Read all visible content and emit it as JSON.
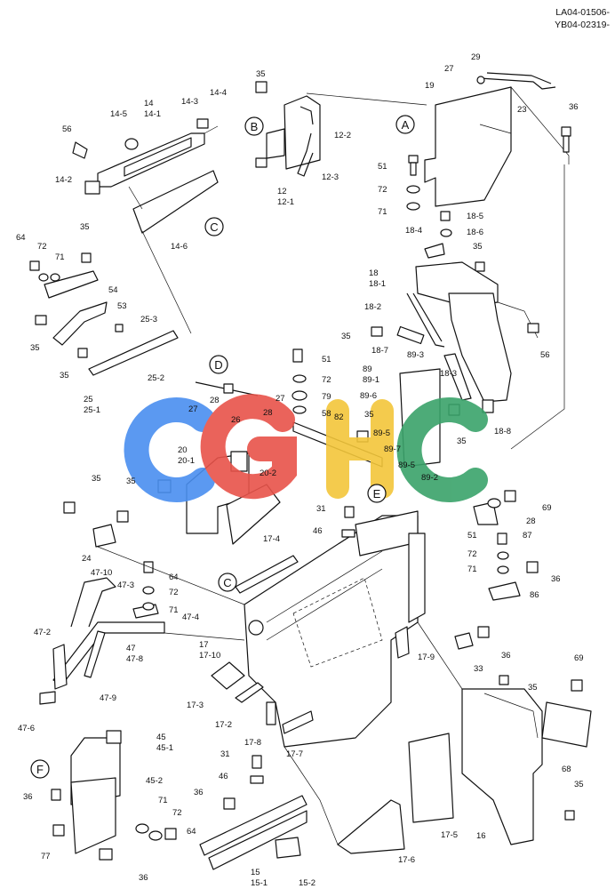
{
  "header": {
    "code_1": "LA04-01506-",
    "code_2": "YB04-02319-"
  },
  "watermark": {
    "text": "CGHC",
    "letters": [
      {
        "char": "C",
        "color": "#4a8ff0"
      },
      {
        "char": "G",
        "color": "#e8534a"
      },
      {
        "char": "H",
        "color": "#f3c63a"
      },
      {
        "char": "C",
        "color": "#3aa36a"
      }
    ]
  },
  "reference_markers": [
    "A",
    "B",
    "C",
    "D",
    "E",
    "F"
  ],
  "labels": [
    "29",
    "27",
    "19",
    "23",
    "36",
    "51",
    "72",
    "71",
    "18-5",
    "18-6",
    "18-4",
    "35",
    "12-2",
    "12-3",
    "35",
    "12",
    "12-1",
    "14-4",
    "14-3",
    "14",
    "14-1",
    "14-5",
    "56",
    "14-2",
    "14-6",
    "64",
    "72",
    "71",
    "35",
    "54",
    "53",
    "35",
    "25-3",
    "35",
    "25-2",
    "25",
    "25-1",
    "18",
    "18-1",
    "18-2",
    "35",
    "18-7",
    "18-3",
    "56",
    "18-8",
    "35",
    "51",
    "72",
    "79",
    "58",
    "82",
    "35",
    "89",
    "89-1",
    "89-3",
    "89-6",
    "89-5",
    "89-7",
    "89-5",
    "89-2",
    "27",
    "28",
    "26",
    "28",
    "27",
    "20",
    "20-1",
    "35",
    "20-2",
    "35",
    "24",
    "31",
    "46",
    "17-4",
    "69",
    "28",
    "87",
    "51",
    "72",
    "71",
    "36",
    "86",
    "47-10",
    "47-3",
    "64",
    "72",
    "71",
    "47-4",
    "47-2",
    "47",
    "47-8",
    "47-9",
    "47-6",
    "17",
    "17-10",
    "17-3",
    "17-2",
    "17-8",
    "17-7",
    "17-9",
    "33",
    "36",
    "35",
    "69",
    "68",
    "35",
    "16",
    "45",
    "45-1",
    "45-2",
    "36",
    "71",
    "72",
    "64",
    "77",
    "36",
    "31",
    "46",
    "36",
    "15",
    "15-1",
    "15-2",
    "17-6",
    "17-5"
  ]
}
